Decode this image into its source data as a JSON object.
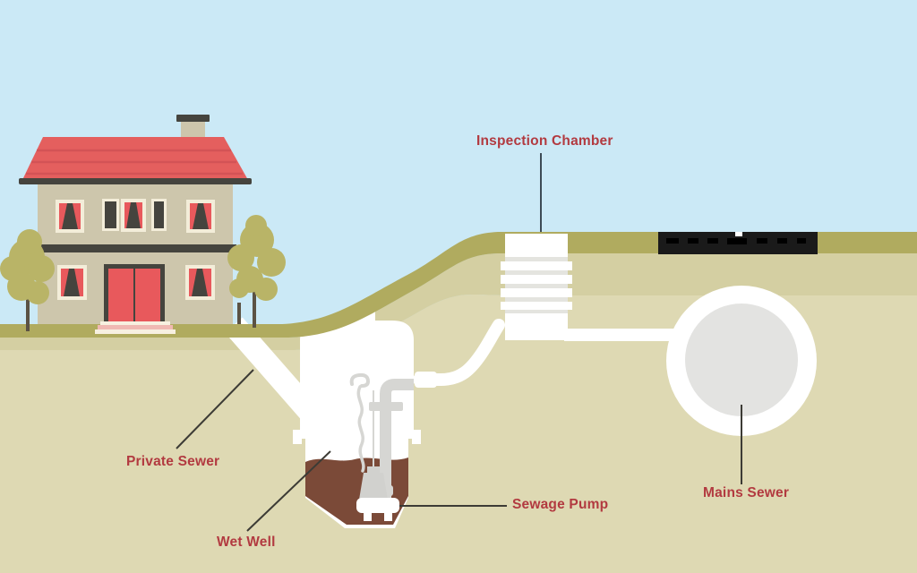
{
  "diagram": {
    "description": "Cross-section diagram of a domestic sewage pumping system from house to mains sewer",
    "labels": {
      "inspection_chamber": "Inspection Chamber",
      "private_sewer": "Private Sewer",
      "wet_well": "Wet Well",
      "sewage_pump": "Sewage Pump",
      "mains_sewer": "Mains Sewer"
    },
    "colors": {
      "sky": "#cbe9f6",
      "grass": "#b0ab5f",
      "ground": "#ded9b3",
      "ground_shadow": "#d4cfa2",
      "asset_white": "#ffffff",
      "pipe_gray": "#d6d6d3",
      "pump_gray": "#d1d1ce",
      "sewage": "#7b4a38",
      "road": "#1a1a1a",
      "road_dash": "#000000",
      "house_wall": "#cdc6ac",
      "roof": "#e45f5e",
      "roof_stripe": "#d35356",
      "accent_red": "#e8595c",
      "dark_trim": "#45443e",
      "window_frame": "#f3edd9",
      "step_pink": "#f0b9b3",
      "step_light": "#f7f0e0",
      "tree_foliage": "#b9b467",
      "tree_trunk": "#5b5244",
      "mains_inner": "#e3e3e1",
      "rib_gray": "#e4e4df",
      "label_text": "#b23a40",
      "leader_line": "#3c3b35",
      "leader_line_alt": "#3d4b55"
    }
  }
}
